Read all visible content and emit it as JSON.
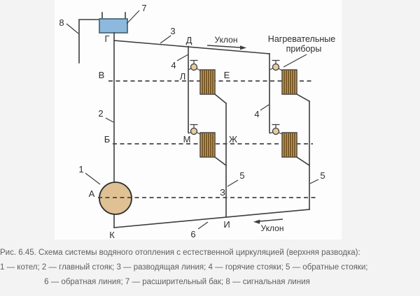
{
  "colors": {
    "page_bg": "#f3f3f3",
    "panel_bg": "#fdfdfd",
    "line": "#3d3d3d",
    "radiator_fill": "#d4a156",
    "radiator_stripe": "#6b4d1d",
    "boiler_fill": "#dfc193",
    "valve_fill": "#e4cba1",
    "tank_fill": "#8cb9dd",
    "tank_border": "#4e6a7a",
    "label_text": "#2d2d2d",
    "caption_text": "#5f5f5f"
  },
  "diagram": {
    "slope_top": "Уклон",
    "slope_bottom": "Уклон",
    "heaters_label_line1": "Нагревательные",
    "heaters_label_line2": "приборы",
    "points": {
      "a": "А",
      "b": "Б",
      "v": "В",
      "g": "Г",
      "d": "Д",
      "e": "Е",
      "zh": "Ж",
      "z": "З",
      "i": "И",
      "k": "К",
      "l": "Л",
      "m": "М"
    },
    "parts": {
      "p1": "1",
      "p2": "2",
      "p3": "3",
      "p4": "4",
      "p5": "5",
      "p6": "6",
      "p7": "7",
      "p8": "8"
    }
  },
  "caption": {
    "line1": "Рис. 6.45. Схема системы водяного отопления с естественной циркуляцией (верхняя разводка):",
    "line2": "1 — котел; 2 — главный стояк; 3 — разводящая линия; 4 — горячие стояки; 5 — обратные стояки;",
    "line3": "6 — обратная линия; 7 — расширительный бак; 8 — сигнальная линия"
  }
}
